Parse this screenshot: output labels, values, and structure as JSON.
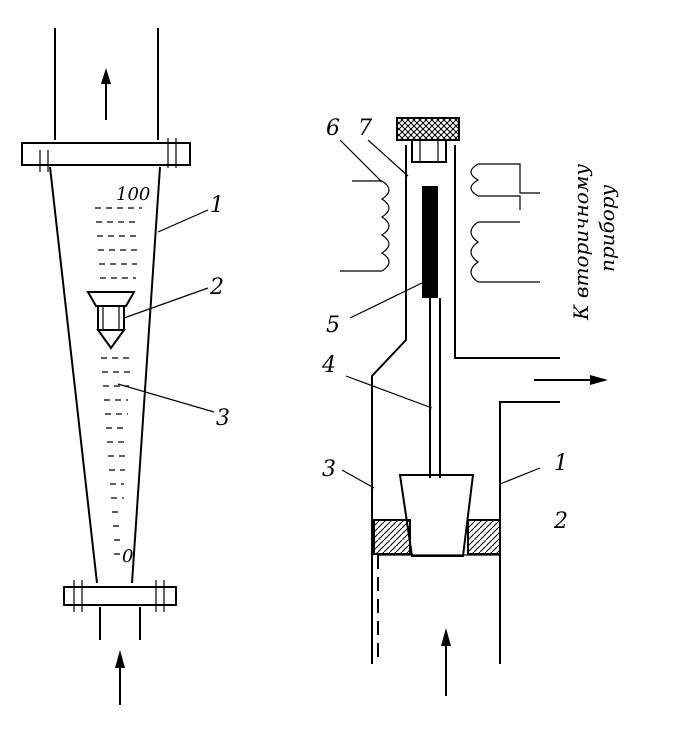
{
  "rotameter": {
    "scale_max": "100",
    "scale_min": "0",
    "callouts": [
      "1",
      "2",
      "3"
    ]
  },
  "sensor": {
    "callouts": [
      "6",
      "7",
      "5",
      "4",
      "3",
      "1",
      "2"
    ],
    "side_text_line1": "К вторичному",
    "side_text_line2": "прибору"
  }
}
